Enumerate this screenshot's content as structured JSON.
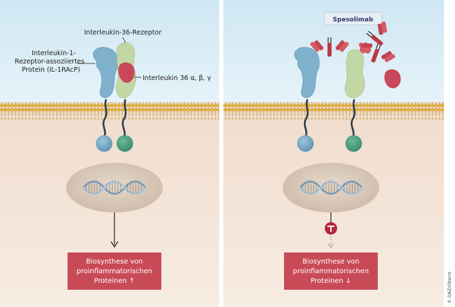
{
  "left_panel": {
    "labels": {
      "il36_receptor": "Interleukin-36-Rezeptor",
      "il1racp_line1": "Interleukin-1-",
      "il1racp_line2": "Rezeptor-assoziiertes",
      "il1racp_line3": "Protein (IL-1RAcP)",
      "il36_ligand": "Interleukin 36 α, β, γ"
    },
    "result_box": {
      "line1": "Biosynthese von",
      "line2": "proinflammatorischen",
      "line3": "Proteinen ↑"
    }
  },
  "right_panel": {
    "drug_label": "Spesolimab",
    "result_box": {
      "line1": "Biosynthese von",
      "line2": "proinflammatorischen",
      "line3": "Proteinen ↓"
    }
  },
  "credit": "© DAZ/Oberst",
  "colors": {
    "sky": "#dbeef7",
    "cytoplasm": "#f3e1d3",
    "membrane": "#d9a331",
    "il1racp": "#7fb1cc",
    "il36r": "#c3d7a4",
    "ligand": "#c9475a",
    "antibody": "#b83a45",
    "result_box": "#c94a57",
    "nucleus": "#d8c8b8"
  }
}
